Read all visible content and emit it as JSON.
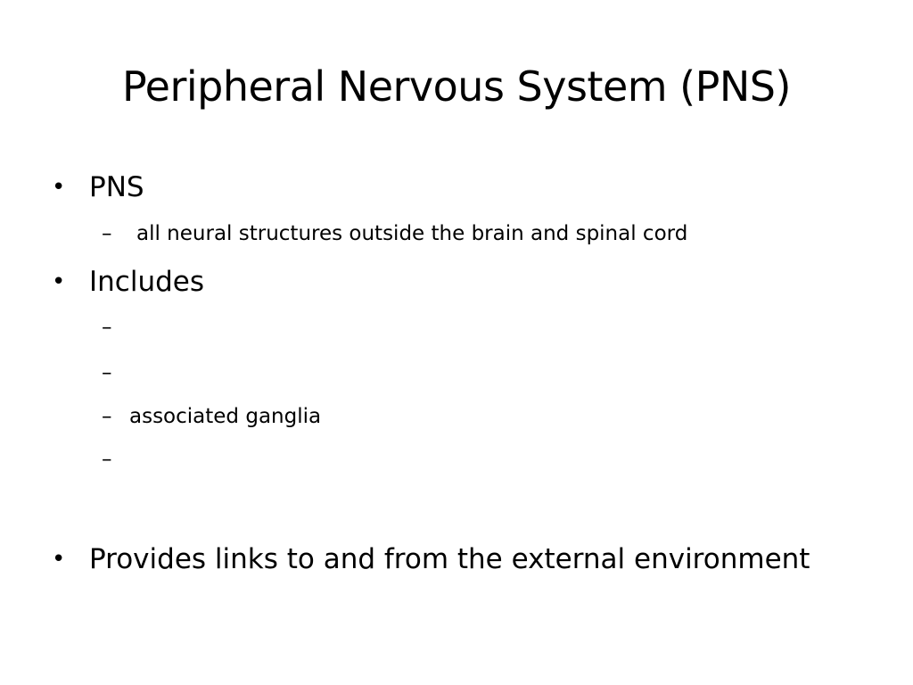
{
  "slide": {
    "title": "Peripheral Nervous System (PNS)",
    "bullets": [
      {
        "mark": "•",
        "text": "PNS",
        "subs": [
          {
            "mark": "–",
            "text": "all neural structures outside the brain and spinal cord"
          }
        ]
      },
      {
        "mark": "•",
        "text": "Includes",
        "subs": [
          {
            "mark": "–",
            "text": ""
          },
          {
            "mark": "–",
            "text": ""
          },
          {
            "mark": "–",
            "text": "associated ganglia"
          },
          {
            "mark": "–",
            "text": ""
          }
        ]
      },
      {
        "mark": "•",
        "text": "Provides links to and from the external environment",
        "subs": []
      }
    ]
  }
}
